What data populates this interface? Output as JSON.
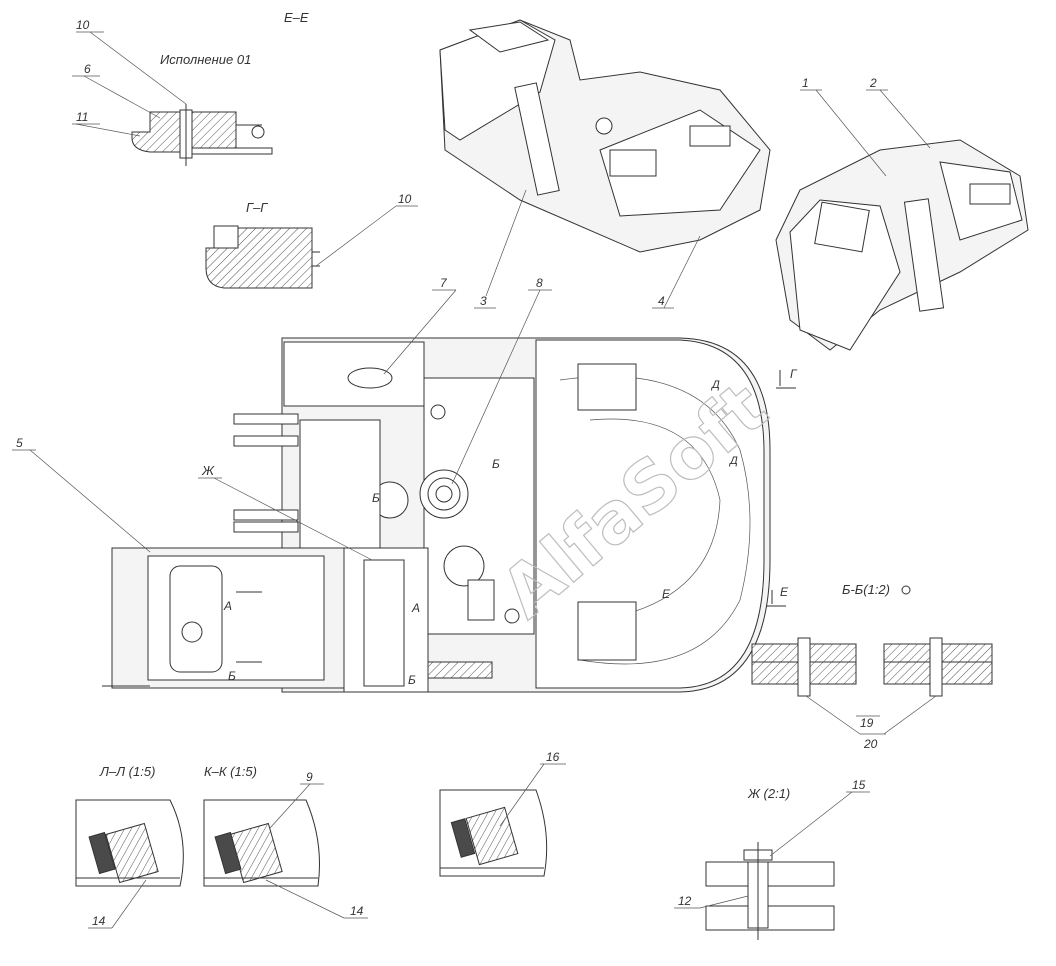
{
  "views": {
    "section_ee_title": "Е–Е",
    "variant_label": "Исполнение 01",
    "section_gg_title": "Г–Г",
    "section_bb_title": "Б-Б(1:2)",
    "section_ll_title": "Л–Л (1:5)",
    "section_kk_title": "К–К (1:5)",
    "detail_zh_title": "Ж  (2:1)"
  },
  "callouts": {
    "c1": "1",
    "c2": "2",
    "c3": "3",
    "c4": "4",
    "c5": "5",
    "c6": "6",
    "c7": "7",
    "c8": "8",
    "c9": "9",
    "c10a": "10",
    "c10b": "10",
    "c11": "11",
    "c12": "12",
    "c14a": "14",
    "c14b": "14",
    "c15": "15",
    "c16": "16",
    "c19": "19",
    "c20": "20"
  },
  "section_marks": {
    "zh": "Ж",
    "b1": "Б",
    "b2": "Б",
    "b3": "Б",
    "b4": "Б",
    "a1": "А",
    "a2": "А",
    "g": "Г",
    "e1": "Е",
    "e2": "Е",
    "d1": "Д",
    "d2": "Д"
  },
  "watermark": "AlfaSoft",
  "colors": {
    "line": "#333333",
    "fill": "#f4f4f4",
    "watermark": "#bdbdbd"
  }
}
